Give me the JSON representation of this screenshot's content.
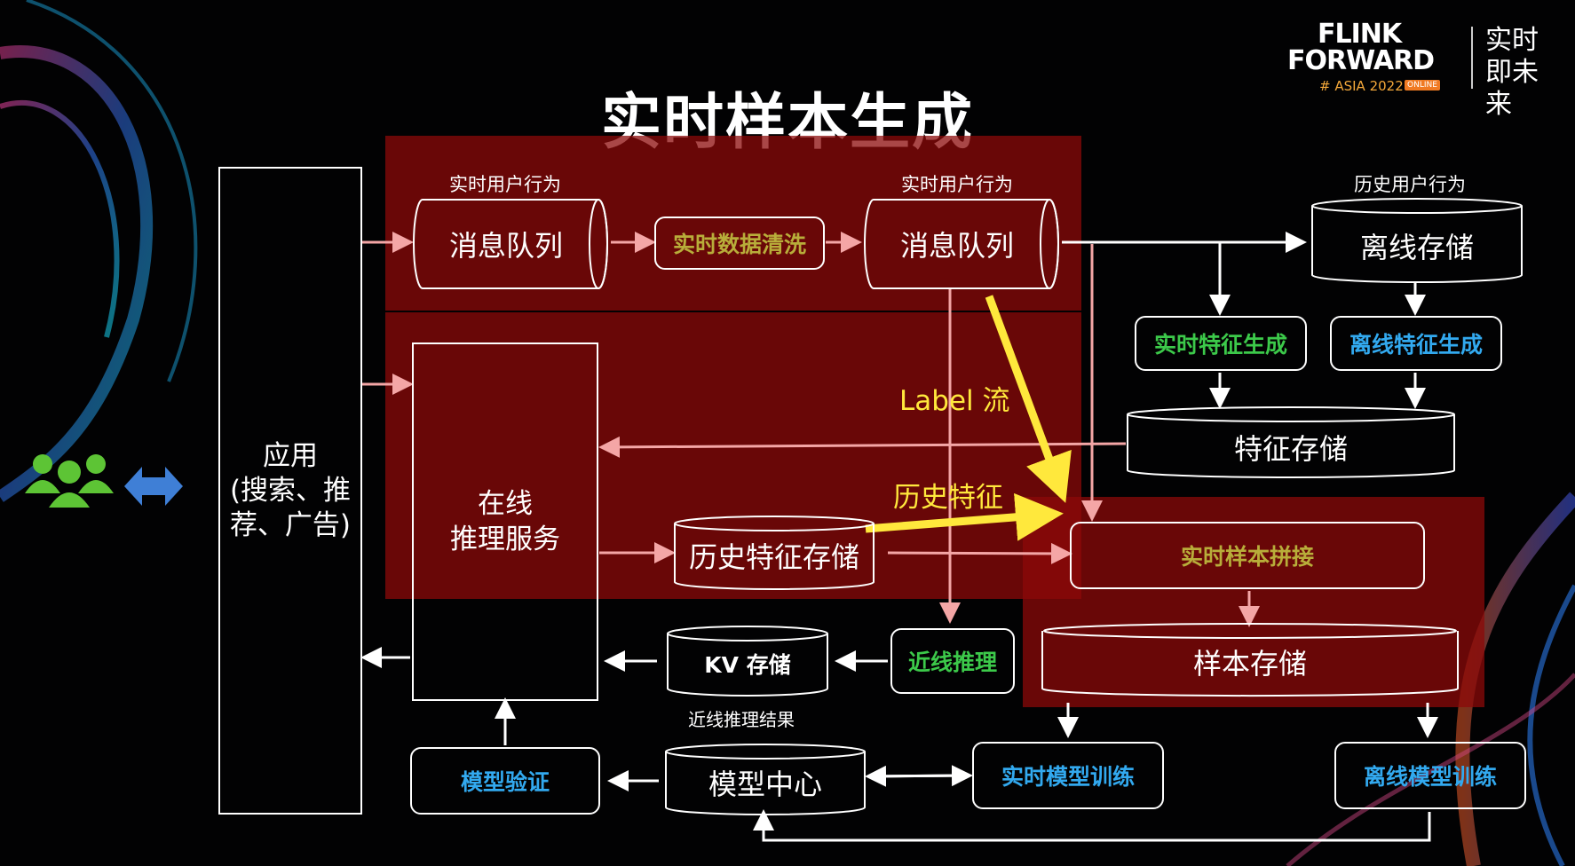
{
  "title": "实时样本生成",
  "logo": {
    "line1": "FLINK",
    "line2": "FORWARD",
    "sub": "# ASIA 2022",
    "tag": "ONLINE",
    "cn": "实时即未来"
  },
  "left": {
    "app": "应用\n(搜索、推\n荐、广告)"
  },
  "nodes": {
    "mq1_caption": "实时用户行为",
    "mq1": "消息队列",
    "clean": "实时数据清洗",
    "mq2_caption": "实时用户行为",
    "mq2": "消息队列",
    "offline_caption": "历史用户行为",
    "offline_store": "离线存储",
    "rt_feature_gen": "实时特征生成",
    "off_feature_gen": "离线特征生成",
    "feature_store": "特征存储",
    "inference": "在线\n推理服务",
    "hist_feature_store": "历史特征存储",
    "sample_join": "实时样本拼接",
    "sample_store": "样本存储",
    "kv_store": "KV 存储",
    "kv_caption": "近线推理结果",
    "nearline": "近线推理",
    "model_verify": "模型验证",
    "model_center": "模型中心",
    "rt_train": "实时模型训练",
    "off_train": "离线模型训练"
  },
  "annotations": {
    "label_flow": "Label 流",
    "hist_feature": "历史特征"
  },
  "colors": {
    "red_region": "#8c0a0a",
    "green": "#3cc94a",
    "blue": "#32a9ef",
    "olive": "#b8ad3a",
    "yellow": "#ffe83c",
    "pink_arrow": "#f4a6a6"
  }
}
